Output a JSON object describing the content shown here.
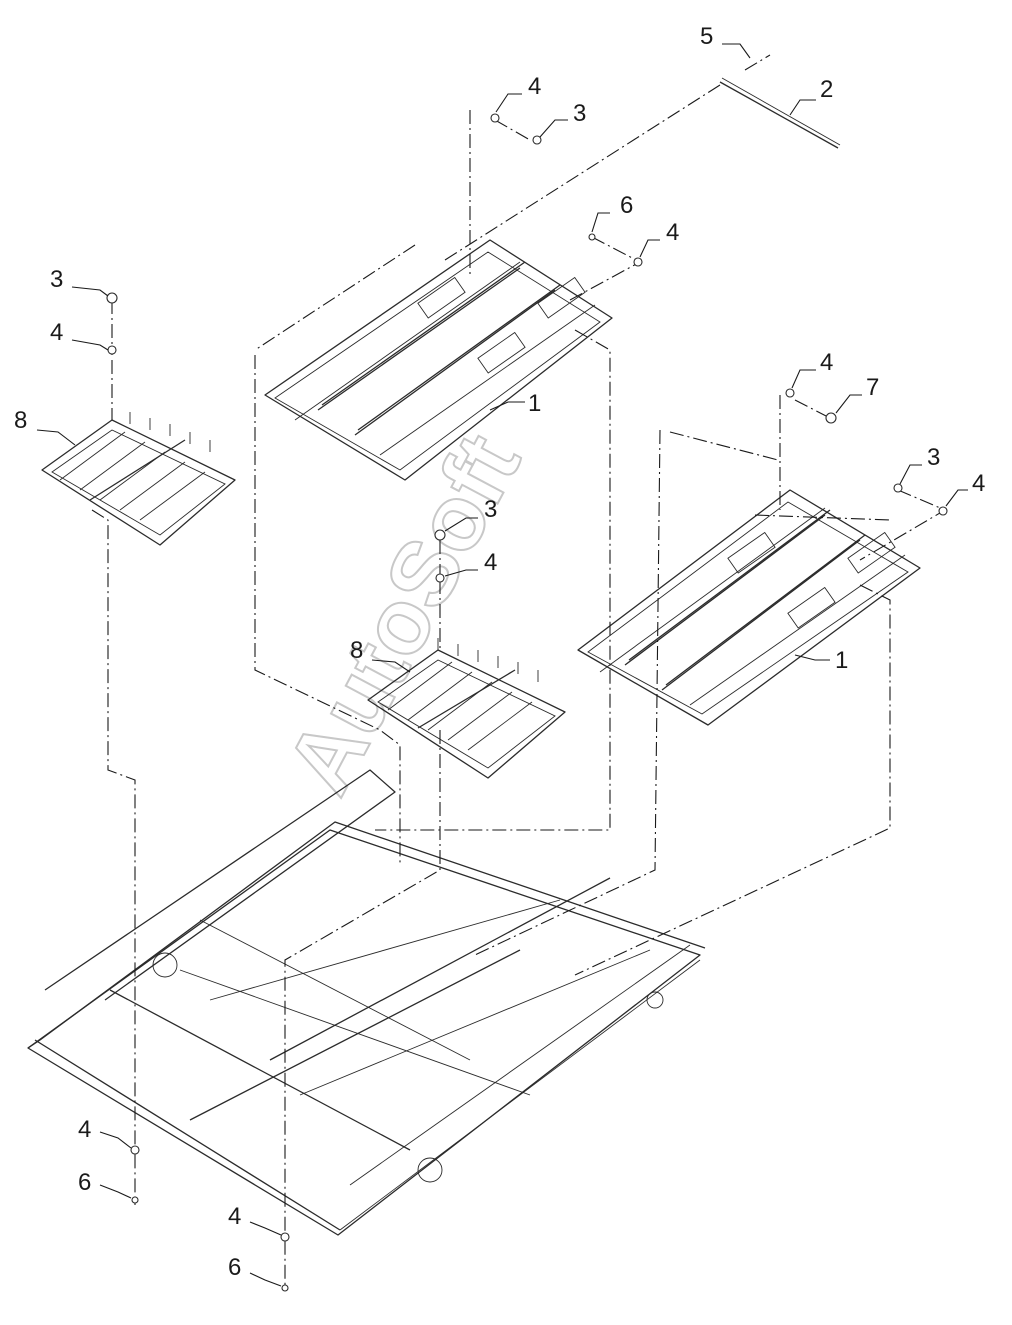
{
  "watermark": "AutoSoft",
  "callouts": {
    "c5_top": "5",
    "c2_top": "2",
    "c4_top": "4",
    "c3_top": "3",
    "c6_mid": "6",
    "c4_mid": "4",
    "c1_upper": "1",
    "c3_left": "3",
    "c4_left": "4",
    "c8_left": "8",
    "c4_right": "4",
    "c7_right": "7",
    "c3_right": "3",
    "c4_right_b": "4",
    "c3_center": "3",
    "c4_center": "4",
    "c8_center": "8",
    "c1_lower": "1",
    "c4_bl": "4",
    "c6_bl": "6",
    "c4_bc": "4",
    "c6_bc": "6"
  }
}
